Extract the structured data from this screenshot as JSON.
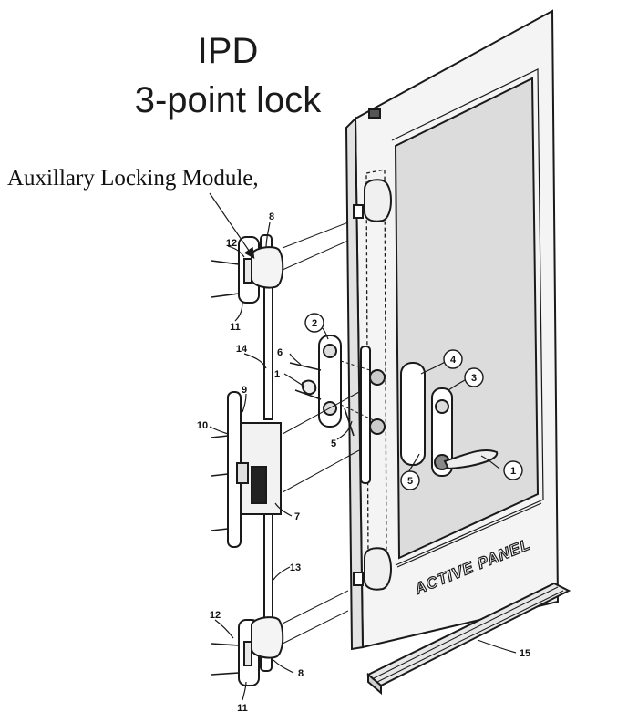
{
  "title": {
    "line1": "IPD",
    "line2": "3-point lock"
  },
  "module_label": "Auxillary  Locking Module,",
  "panel_label": "ACTIVE PANEL",
  "callouts": {
    "c1a": "1",
    "c1b": "1",
    "c2": "2",
    "c3": "3",
    "c4": "4",
    "c5a": "5",
    "c5b": "5",
    "c6": "6",
    "c7": "7",
    "c8a": "8",
    "c8b": "8",
    "c9": "9",
    "c10": "10",
    "c11a": "11",
    "c11b": "11",
    "c12a": "12",
    "c12b": "12",
    "c13": "13",
    "c14": "14",
    "c15": "15"
  },
  "colors": {
    "line": "#1a1a1a",
    "glass": "#dcdcdc",
    "frame": "#f4f4f4",
    "shade": "#bdbdbd"
  }
}
